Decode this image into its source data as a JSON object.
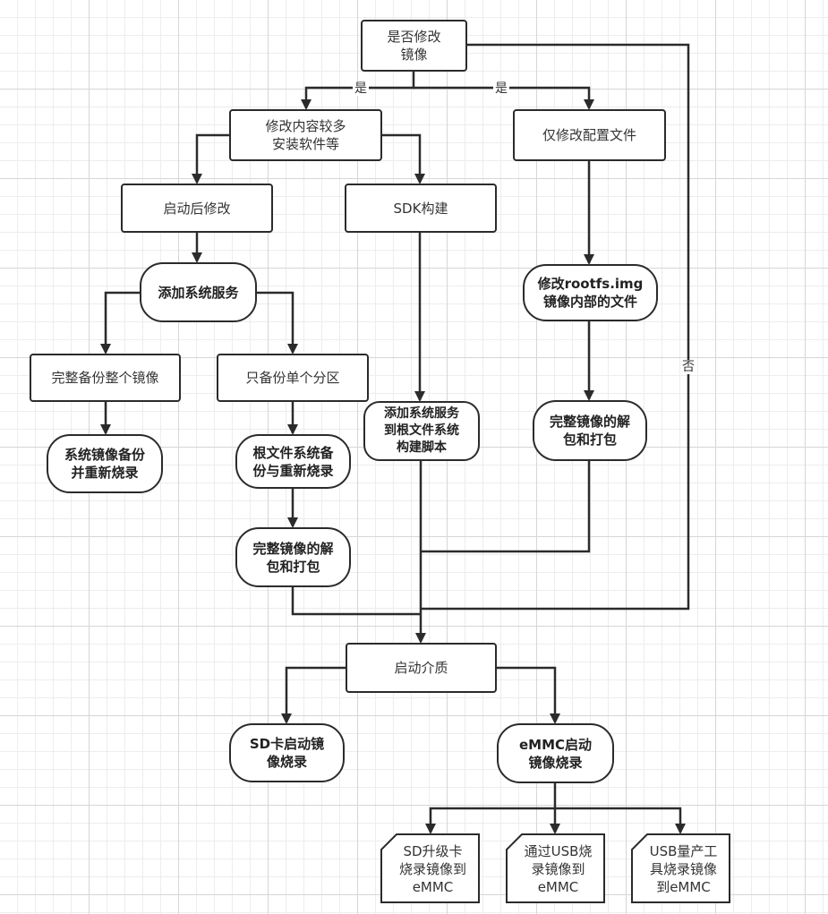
{
  "nodes": {
    "modify_image": "是否修改\n镜像",
    "modify_content": "修改内容较多\n安装软件等",
    "modify_config": "仅修改配置文件",
    "modify_after_boot": "启动后修改",
    "sdk_build": "SDK构建",
    "add_service": "添加系统服务",
    "full_backup": "完整备份整个镜像",
    "partition_backup": "只备份单个分区",
    "system_backup_burn": "系统镜像备份\n并重新烧录",
    "rootfs_backup_burn": "根文件系统备\n份与重新烧录",
    "unpack_pack_left": "完整镜像的解\n包和打包",
    "add_service_script": "添加系统服务\n到根文件系统\n构建脚本",
    "modify_rootfs_img": "修改rootfs.img\n镜像内部的文件",
    "unpack_pack_right": "完整镜像的解\n包和打包",
    "boot_media": "启动介质",
    "sd_boot_burn": "SD卡启动镜\n像烧录",
    "emmc_boot_burn": "eMMC启动\n镜像烧录",
    "sd_upgrade_card": "SD升级卡\n烧录镜像到\neMMC",
    "usb_burn": "通过USB烧\n录镜像到\neMMC",
    "usb_mass_tool": "USB量产工\n具烧录镜像\n到eMMC"
  },
  "edge_labels": {
    "yes_left": "是",
    "yes_right": "是",
    "no": "否"
  },
  "colors": {
    "line": "#2b2b2b",
    "text": "#333333",
    "grid": "#d6d6d6"
  }
}
